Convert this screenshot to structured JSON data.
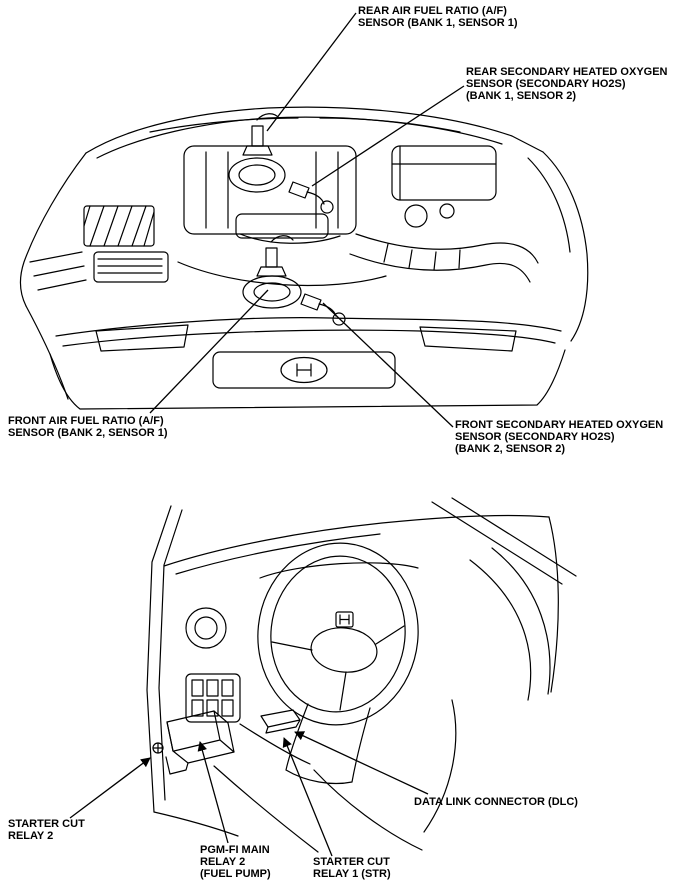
{
  "ink_color": "#000000",
  "background_color": "#ffffff",
  "engine_diagram": {
    "labels": {
      "rear_af_sensor": {
        "lines": [
          "REAR AIR FUEL RATIO (A/F)",
          "SENSOR (BANK 1, SENSOR 1)"
        ]
      },
      "rear_ho2s": {
        "lines": [
          "REAR SECONDARY HEATED OXYGEN",
          "SENSOR (SECONDARY HO2S)",
          "(BANK 1, SENSOR 2)"
        ]
      },
      "front_af_sensor": {
        "lines": [
          "FRONT AIR FUEL RATIO (A/F)",
          "SENSOR (BANK 2, SENSOR 1)"
        ]
      },
      "front_ho2s": {
        "lines": [
          "FRONT SECONDARY HEATED OXYGEN",
          "SENSOR (SECONDARY HO2S)",
          "(BANK 2, SENSOR 2)"
        ]
      }
    }
  },
  "interior_diagram": {
    "labels": {
      "starter_cut_relay_2": {
        "lines": [
          "STARTER CUT",
          "RELAY 2"
        ]
      },
      "pgm_fi_main_relay_2": {
        "lines": [
          "PGM-FI MAIN",
          "RELAY 2",
          "(FUEL PUMP)"
        ]
      },
      "starter_cut_relay_1": {
        "lines": [
          "STARTER CUT",
          "RELAY 1 (STR)"
        ]
      },
      "data_link_connector": {
        "lines": [
          "DATA LINK CONNECTOR (DLC)"
        ]
      }
    }
  }
}
